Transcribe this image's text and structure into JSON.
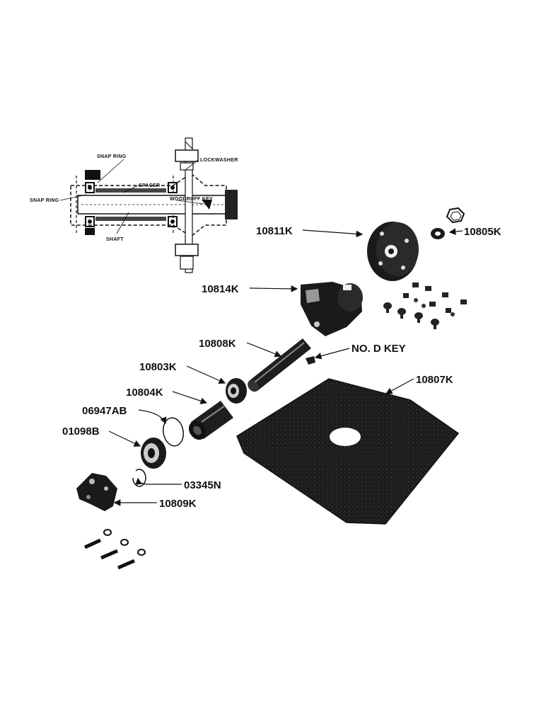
{
  "diagram": {
    "inset_labels": {
      "snap_ring_top": "SNAP RING",
      "snap_ring_left": "SNAP RING",
      "spacer": "SPACER",
      "lockwasher": "LOCKWASHER",
      "woodruff_key": "WOODRUFF KEY",
      "shaft": "SHAFT"
    },
    "parts": {
      "p10811K": "10811K",
      "p10805K": "10805K",
      "p10814K": "10814K",
      "p10808K": "10808K",
      "pNoDKey": "NO. D KEY",
      "p10803K": "10803K",
      "p10807K": "10807K",
      "p10804K": "10804K",
      "p06947AB": "06947AB",
      "p01098B": "01098B",
      "p03345N": "03345N",
      "p10809K": "10809K"
    }
  }
}
